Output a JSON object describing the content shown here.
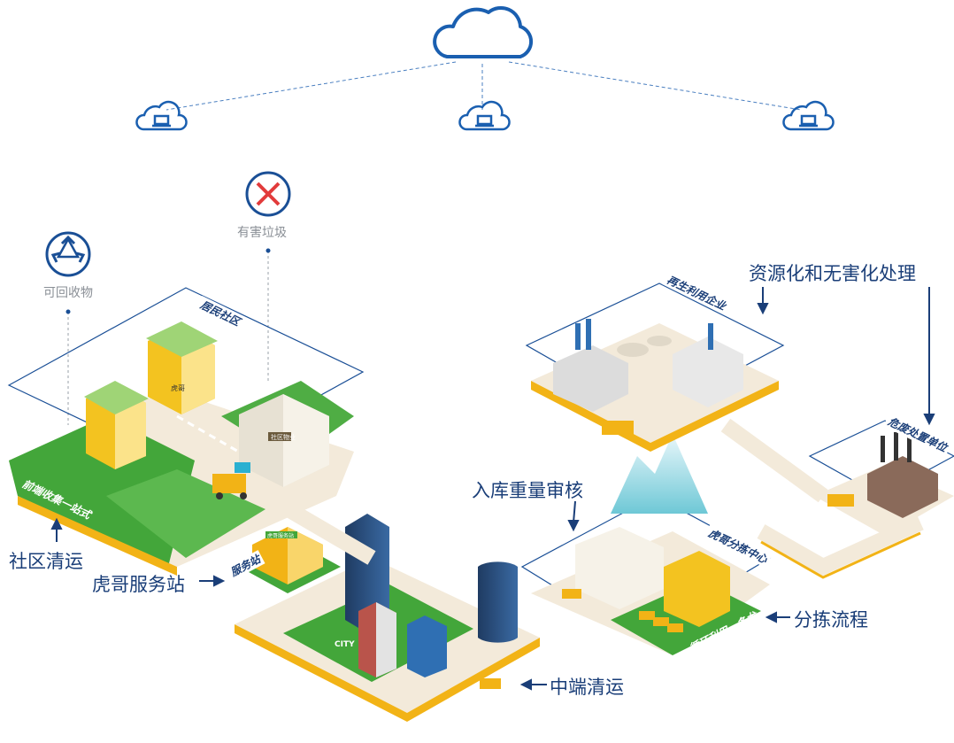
{
  "labels": {
    "recyclable": "可回收物",
    "hazardous": "有害垃圾",
    "community_area": "居民社区",
    "recycling_enterprise": "再生利用企业",
    "resource_processing": "资源化和无害化处理",
    "hazard_unit": "危废处置单位",
    "front_collection": "前端收集一站式",
    "community_transport": "社区清运",
    "huge_service_station": "虎哥服务站",
    "service_station_tag": "服务站",
    "warehouse_weigh": "入库重量审核",
    "sorting_center": "虎哥分拣中心",
    "sorting_process": "分拣流程",
    "recycle_chain": "循环利用一条龙",
    "middle_transport": "中端清运",
    "city": "CITY",
    "property_sign": "社区物业",
    "station_sign": "虎哥服务站",
    "bin_sign": "虎哥"
  },
  "icons": {
    "main_cloud": "cloud-icon",
    "sub_clouds": [
      "cloud-laptop-icon",
      "cloud-laptop-icon",
      "cloud-laptop-icon"
    ],
    "recycle": "recycle-icon",
    "hazard": "hazard-cross-icon"
  },
  "colors": {
    "accent_blue": "#1a5fb0",
    "label_navy": "#1a3e78",
    "grass": "#43a63a",
    "road_yellow": "#f2b316",
    "cream": "#f3eada"
  }
}
